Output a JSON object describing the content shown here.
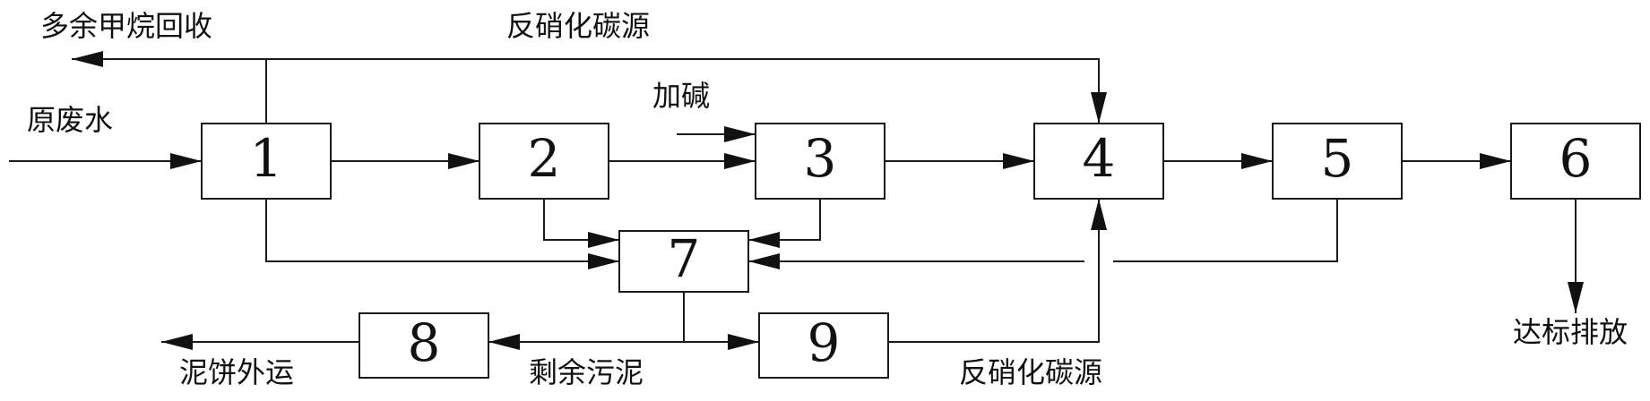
{
  "units": [
    {
      "id": "unit-1",
      "label": "1"
    },
    {
      "id": "unit-2",
      "label": "2"
    },
    {
      "id": "unit-3",
      "label": "3"
    },
    {
      "id": "unit-4",
      "label": "4"
    },
    {
      "id": "unit-5",
      "label": "5"
    },
    {
      "id": "unit-6",
      "label": "6"
    },
    {
      "id": "unit-7",
      "label": "7"
    },
    {
      "id": "unit-8",
      "label": "8"
    },
    {
      "id": "unit-9",
      "label": "9"
    }
  ],
  "labels": {
    "excess_methane": "多余甲烷回收",
    "denitrification_carbon_top": "反硝化碳源",
    "raw_wastewater": "原废水",
    "add_alkali": "加碱",
    "discharge": "达标排放",
    "sludge_cake": "泥饼外运",
    "excess_sludge": "剩余污泥",
    "denitrification_carbon_bottom": "反硝化碳源"
  }
}
